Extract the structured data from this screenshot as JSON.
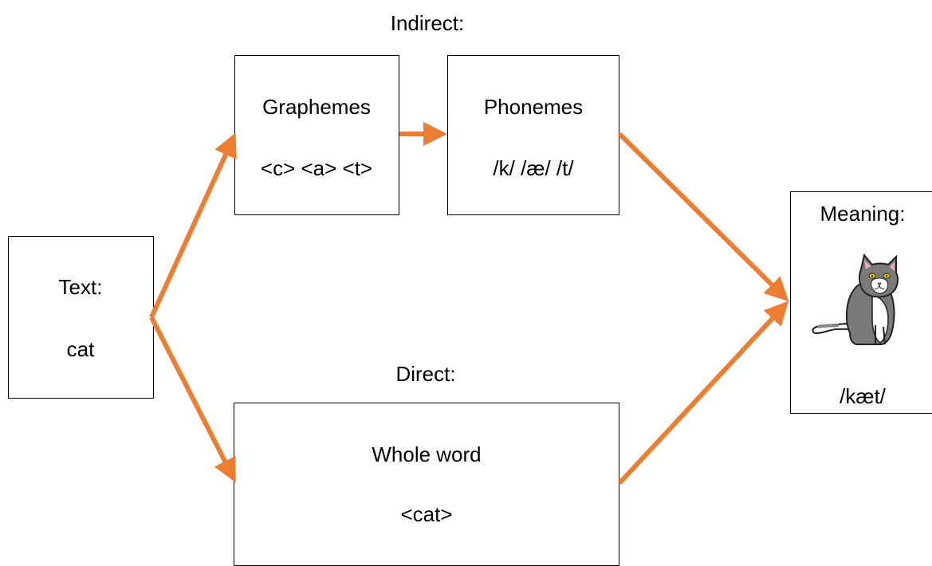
{
  "headings": {
    "indirect": "Indirect:",
    "direct": "Direct:"
  },
  "text_box": {
    "title": "Text:",
    "word": "cat"
  },
  "graphemes_box": {
    "title": "Graphemes",
    "value": "<c> <a> <t>"
  },
  "phonemes_box": {
    "title": "Phonemes",
    "value": "/k/ /æ/ /t/"
  },
  "whole_word_box": {
    "title": "Whole word",
    "value": "<cat>"
  },
  "meaning_box": {
    "title": "Meaning:",
    "pronunciation": "/kæt/",
    "image": "cat-illustration"
  },
  "colors": {
    "arrow": "#ED7D31",
    "border": "#000000"
  }
}
